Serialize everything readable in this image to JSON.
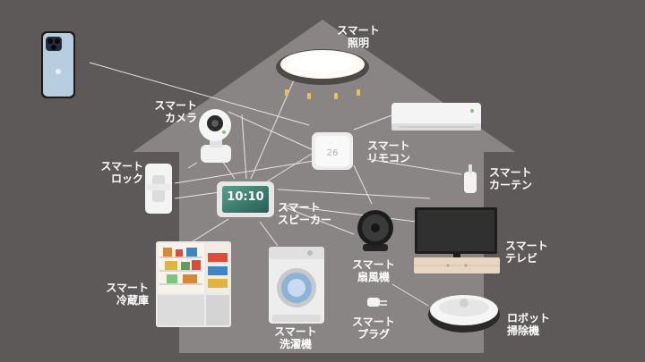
{
  "scene": {
    "colors": {
      "background": "#5d5959",
      "house": "#8a8585",
      "link_line": "#e9e4e4",
      "label": "#ffffff"
    }
  },
  "devices": [
    {
      "id": "phone",
      "icon": "smartphone-icon"
    },
    {
      "id": "light",
      "icon": "ceiling-light-icon",
      "label": [
        "スマート",
        "照明"
      ]
    },
    {
      "id": "camera",
      "icon": "security-camera-icon",
      "label": [
        "スマート",
        "カメラ"
      ]
    },
    {
      "id": "ac",
      "icon": "air-conditioner-icon"
    },
    {
      "id": "remote",
      "icon": "smart-remote-icon",
      "label": [
        "スマート",
        "リモコン"
      ]
    },
    {
      "id": "lock",
      "icon": "door-lock-icon",
      "label": [
        "スマート",
        "ロック"
      ]
    },
    {
      "id": "curtain",
      "icon": "curtain-motor-icon",
      "label": [
        "スマート",
        "カーテン"
      ]
    },
    {
      "id": "speaker",
      "icon": "smart-display-icon",
      "label": [
        "スマート",
        "スピーカー"
      ],
      "screen_text": "10:10"
    },
    {
      "id": "tv",
      "icon": "television-icon",
      "label": [
        "スマート",
        "テレビ"
      ]
    },
    {
      "id": "fan",
      "icon": "circulator-fan-icon",
      "label": [
        "スマート",
        "扇風機"
      ]
    },
    {
      "id": "fridge",
      "icon": "refrigerator-icon",
      "label": [
        "スマート",
        "冷蔵庫"
      ]
    },
    {
      "id": "washer",
      "icon": "washing-machine-icon",
      "label": [
        "スマート",
        "洗濯機"
      ]
    },
    {
      "id": "plug",
      "icon": "smart-plug-icon",
      "label": [
        "スマート",
        "プラグ"
      ]
    },
    {
      "id": "robot",
      "icon": "robot-vacuum-icon",
      "label": [
        "ロボット",
        "掃除機"
      ]
    }
  ]
}
